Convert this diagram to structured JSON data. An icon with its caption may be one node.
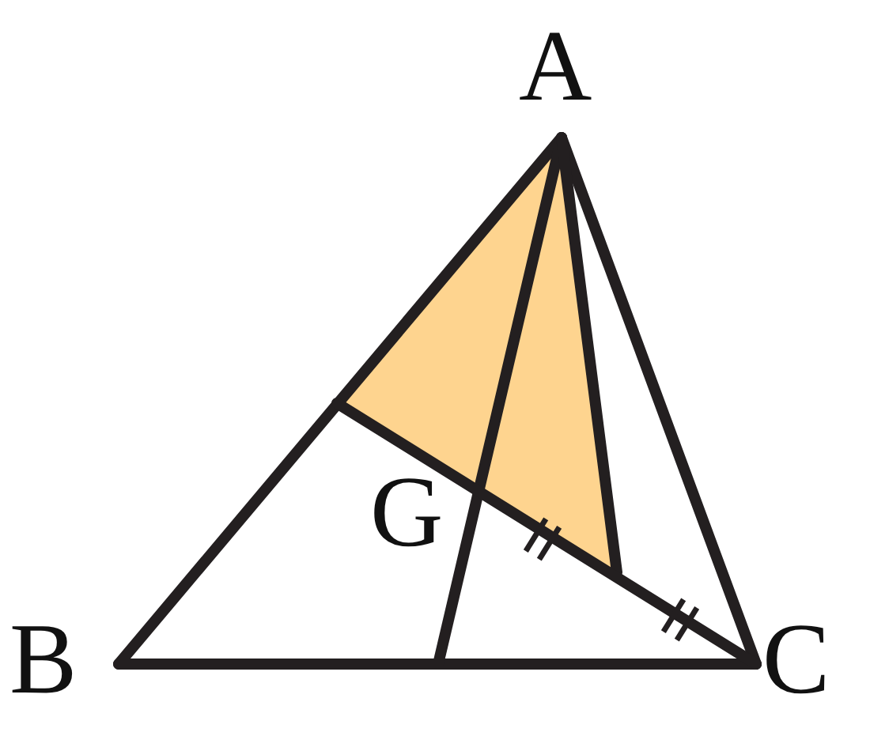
{
  "diagram": {
    "labels": [
      "A",
      "G",
      "B",
      "C"
    ]
  }
}
